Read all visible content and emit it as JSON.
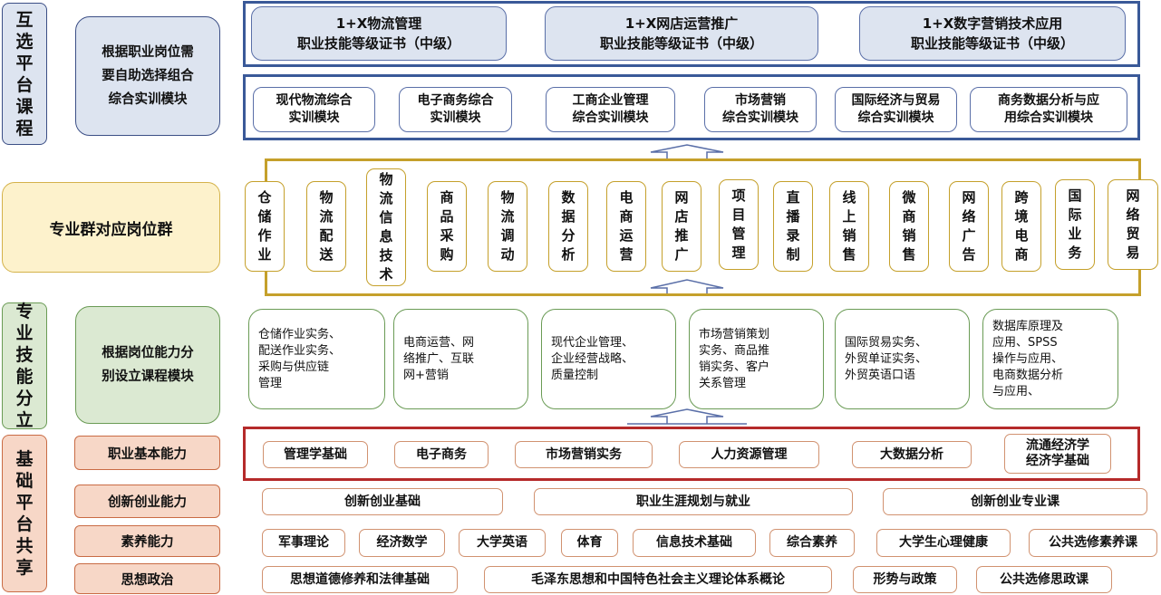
{
  "left_labels": {
    "interchange": "互\n选\n平\n台\n课\n程",
    "skills": "专\n业\n技\n能\n分\n立",
    "foundation": "基\n础\n平\n台\n共\n享"
  },
  "descriptors": {
    "interchange": "根据职业岗位需\n要自助选择组合\n综合实训模块",
    "post_group": "专业群对应岗位群",
    "skills": "根据岗位能力分\n别设立课程模块"
  },
  "certificates": [
    "1+X物流管理\n职业技能等级证书（中级）",
    "1+X网店运营推广\n职业技能等级证书（中级）",
    "1+X数字营销技术应用\n职业技能等级证书（中级）"
  ],
  "modules": [
    "现代物流综合\n实训模块",
    "电子商务综合\n实训模块",
    "工商企业管理\n综合实训模块",
    "市场营销\n综合实训模块",
    "国际经济与贸易\n综合实训模块",
    "商务数据分析与应\n用综合实训模块"
  ],
  "posts": [
    "仓\n储\n作\n业",
    "物\n流\n配\n送",
    "物\n流\n信\n息\n技\n术",
    "商\n品\n采\n购",
    "物\n流\n调\n动",
    "数\n据\n分\n析",
    "电\n商\n运\n营",
    "网\n店\n推\n广",
    "项\n目\n管\n理",
    "直\n播\n录\n制",
    "线\n上\n销\n售",
    "微\n商\n销\n售",
    "网\n络\n广\n告",
    "跨\n境\n电\n商",
    "国\n际\n业\n务",
    "网\n络\n贸\n易"
  ],
  "course_modules": [
    "仓储作业实务、\n配送作业实务、\n采购与供应链\n管理",
    "电商运营、网\n络推广、互联\n网+营销",
    "现代企业管理、\n企业经营战略、\n质量控制",
    "市场营销策划\n实务、商品推\n销实务、客户\n关系管理",
    "国际贸易实务、\n外贸单证实务、\n外贸英语口语",
    "数据库原理及\n应用、SPSS\n操作与应用、\n电商数据分析\n与应用、"
  ],
  "foundation_rows": [
    {
      "label": "职业基本能力",
      "items": [
        "管理学基础",
        "电子商务",
        "市场营销实务",
        "人力资源管理",
        "大数据分析",
        "流通经济学\n经济学基础"
      ]
    },
    {
      "label": "创新创业能力",
      "items": [
        "创新创业基础",
        "职业生涯规划与就业",
        "创新创业专业课"
      ]
    },
    {
      "label": "素养能力",
      "items": [
        "军事理论",
        "经济数学",
        "大学英语",
        "体育",
        "信息技术基础",
        "综合素养",
        "大学生心理健康",
        "公共选修素养课"
      ]
    },
    {
      "label": "思想政治",
      "items": [
        "思想道德修养和法律基础",
        "毛泽东思想和中国特色社会主义理论体系概论",
        "形势与政策",
        "公共选修思政课"
      ]
    }
  ],
  "colors": {
    "blue_frame": "#3a5998",
    "gold_frame": "#c5a02b",
    "red_frame": "#b52a2a",
    "blue_fill": "#dde4f0",
    "green_fill": "#dbe9d2",
    "orange_fill": "#f7d7c7",
    "yellow_fill": "#fdf2cc"
  }
}
